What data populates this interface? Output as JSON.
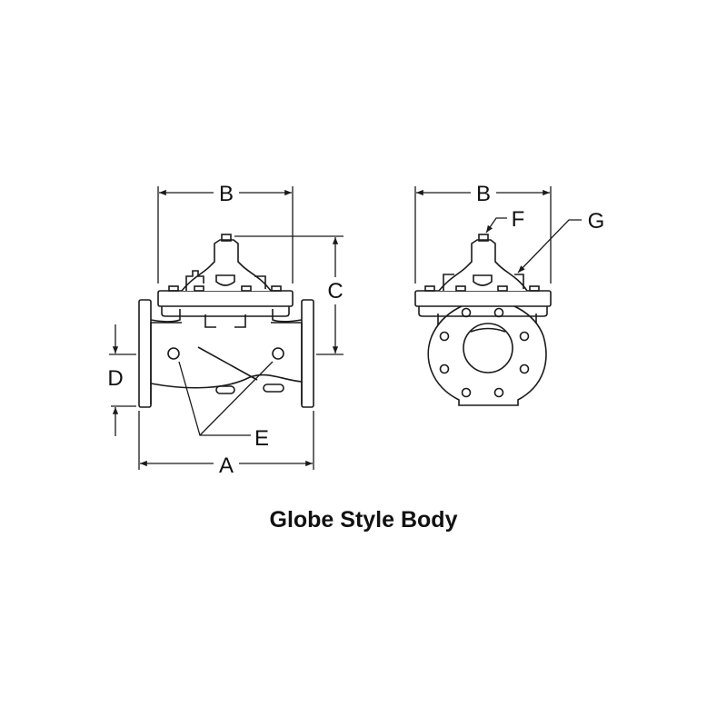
{
  "diagram": {
    "caption": "Globe Style Body",
    "colors": {
      "line": "#1a1a1a",
      "background": "#ffffff"
    },
    "side_view": {
      "labels": {
        "A": "A",
        "B": "B",
        "C": "C",
        "D": "D",
        "E": "E"
      }
    },
    "end_view": {
      "labels": {
        "B": "B",
        "F": "F",
        "G": "G"
      }
    }
  }
}
